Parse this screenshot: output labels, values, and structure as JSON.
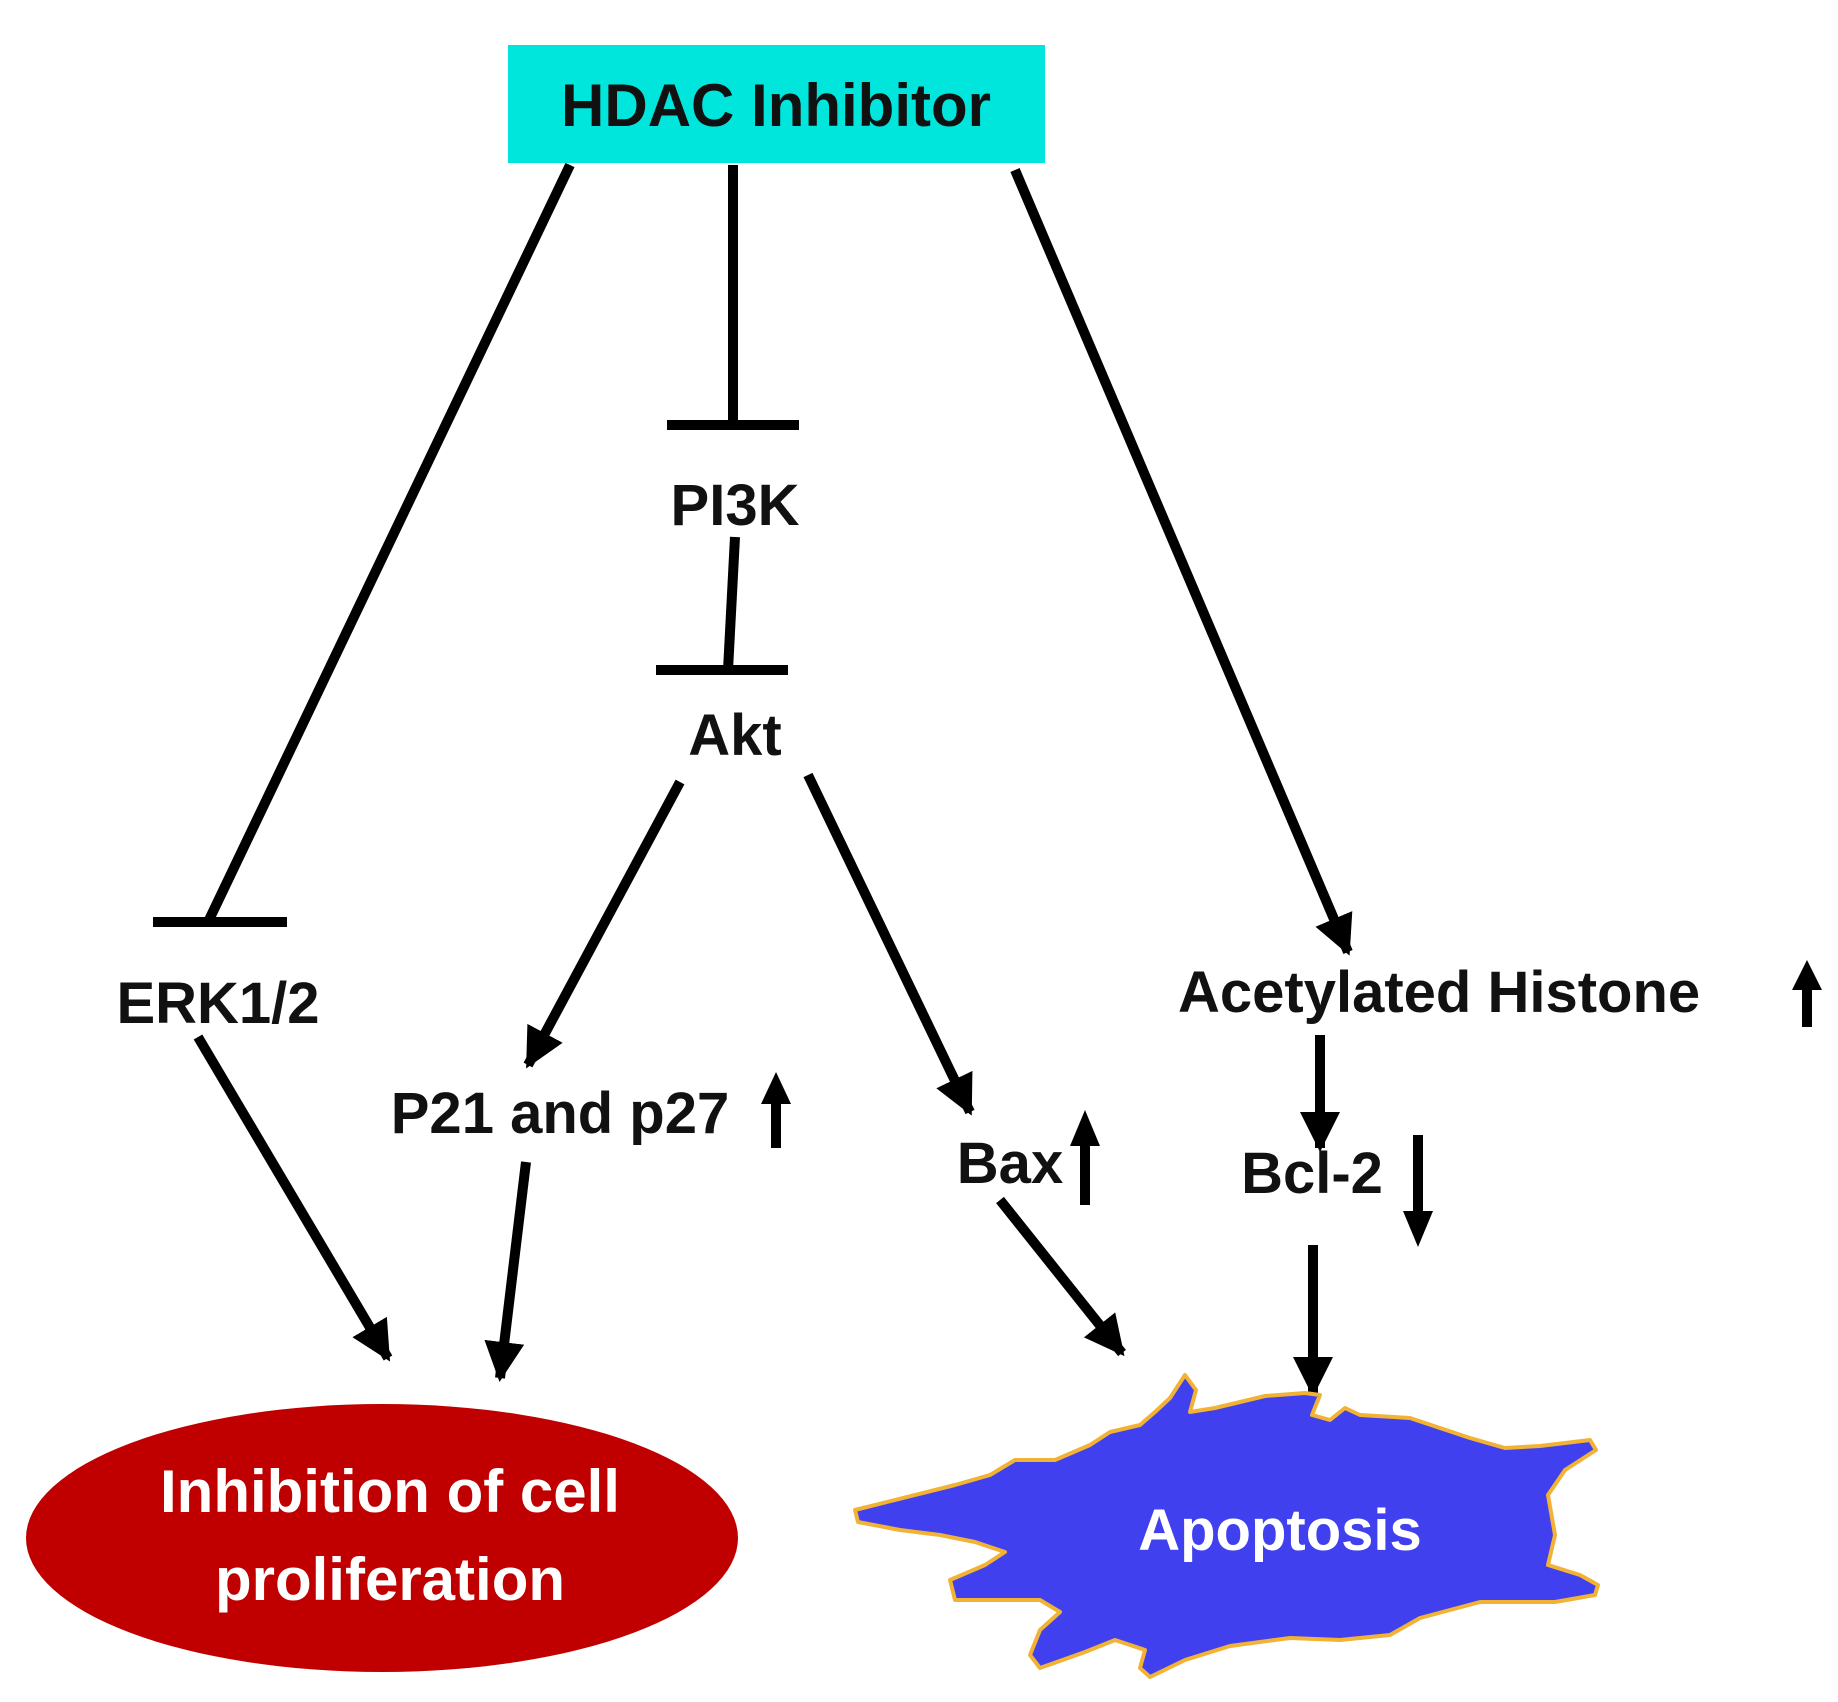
{
  "nodes": {
    "hdac": "HDAC Inhibitor",
    "pi3k": "PI3K",
    "akt": "Akt",
    "erk": "ERK1/2",
    "p21": "P21 and p27",
    "bax": "Bax",
    "acetylated": "Acetylated Histone",
    "bcl2": "Bcl-2",
    "inhibition_line1": "Inhibition of cell",
    "inhibition_line2": "proliferation",
    "apoptosis": "Apoptosis"
  },
  "colors": {
    "hdac_box": "#00e5dc",
    "inhibition_ellipse": "#c00000",
    "apoptosis_fill": "#4040ee",
    "apoptosis_outline": "#f2b233",
    "line": "#000000"
  }
}
